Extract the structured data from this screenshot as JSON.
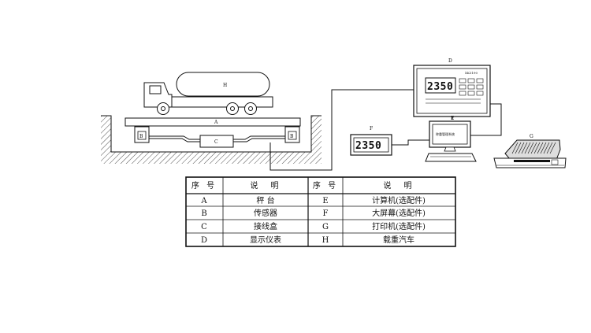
{
  "labels": {
    "truck": "H",
    "platform": "A",
    "sensor_left": "B",
    "sensor_right": "B",
    "junction_box": "C",
    "indicator": "D",
    "large_screen": "F",
    "computer": "E",
    "printer": "G"
  },
  "indicator": {
    "reading": "2350",
    "tag": "XK3190"
  },
  "large_screen": {
    "reading": "2350"
  },
  "computer": {
    "screen_text": "称重管理系统"
  },
  "legend": {
    "headers": [
      "序 号",
      "说　明",
      "序 号",
      "说　明"
    ],
    "rows": [
      [
        "A",
        "秤 台",
        "E",
        "计算机(选配件)"
      ],
      [
        "B",
        "传感器",
        "F",
        "大屏幕(选配件)"
      ],
      [
        "C",
        "接线盒",
        "G",
        "打印机(选配件)"
      ],
      [
        "D",
        "显示仪表",
        "H",
        "载重汽车"
      ]
    ]
  }
}
